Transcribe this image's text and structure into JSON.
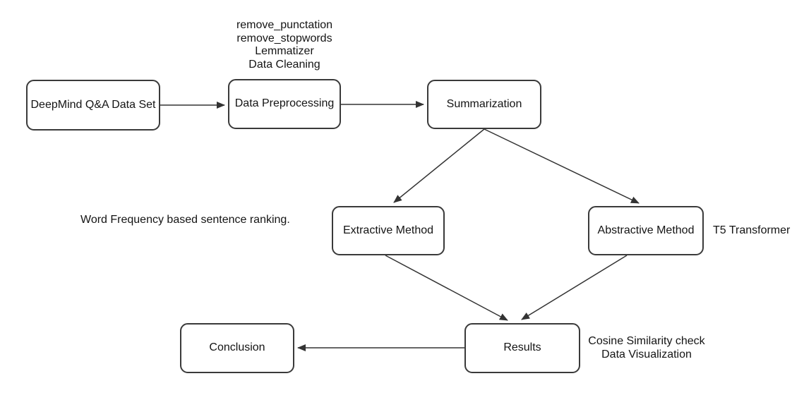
{
  "diagram": {
    "type": "flowchart",
    "nodes": [
      {
        "id": "dataset",
        "label": "DeepMind Q&A Data Set"
      },
      {
        "id": "preprocessing",
        "label": "Data Preprocessing"
      },
      {
        "id": "summarization",
        "label": "Summarization"
      },
      {
        "id": "extractive",
        "label": "Extractive Method"
      },
      {
        "id": "abstractive",
        "label": "Abstractive Method"
      },
      {
        "id": "results",
        "label": "Results"
      },
      {
        "id": "conclusion",
        "label": "Conclusion"
      }
    ],
    "annotations": {
      "preprocessing_steps": "remove_punctation\nremove_stopwords\nLemmatizer\nData Cleaning",
      "extractive_note": "Word Frequency based sentence ranking.",
      "abstractive_note": "T5 Transformer",
      "results_note": "Cosine Similarity check\nData Visualization"
    },
    "edges": [
      {
        "from": "dataset",
        "to": "preprocessing"
      },
      {
        "from": "preprocessing",
        "to": "summarization"
      },
      {
        "from": "summarization",
        "to": "extractive"
      },
      {
        "from": "summarization",
        "to": "abstractive"
      },
      {
        "from": "extractive",
        "to": "results"
      },
      {
        "from": "abstractive",
        "to": "results"
      },
      {
        "from": "results",
        "to": "conclusion"
      }
    ],
    "colors": {
      "background": "#ffffff",
      "node_fill": "#ffffff",
      "node_border": "#3a3a3a",
      "arrow": "#333333",
      "text": "#141414"
    }
  }
}
